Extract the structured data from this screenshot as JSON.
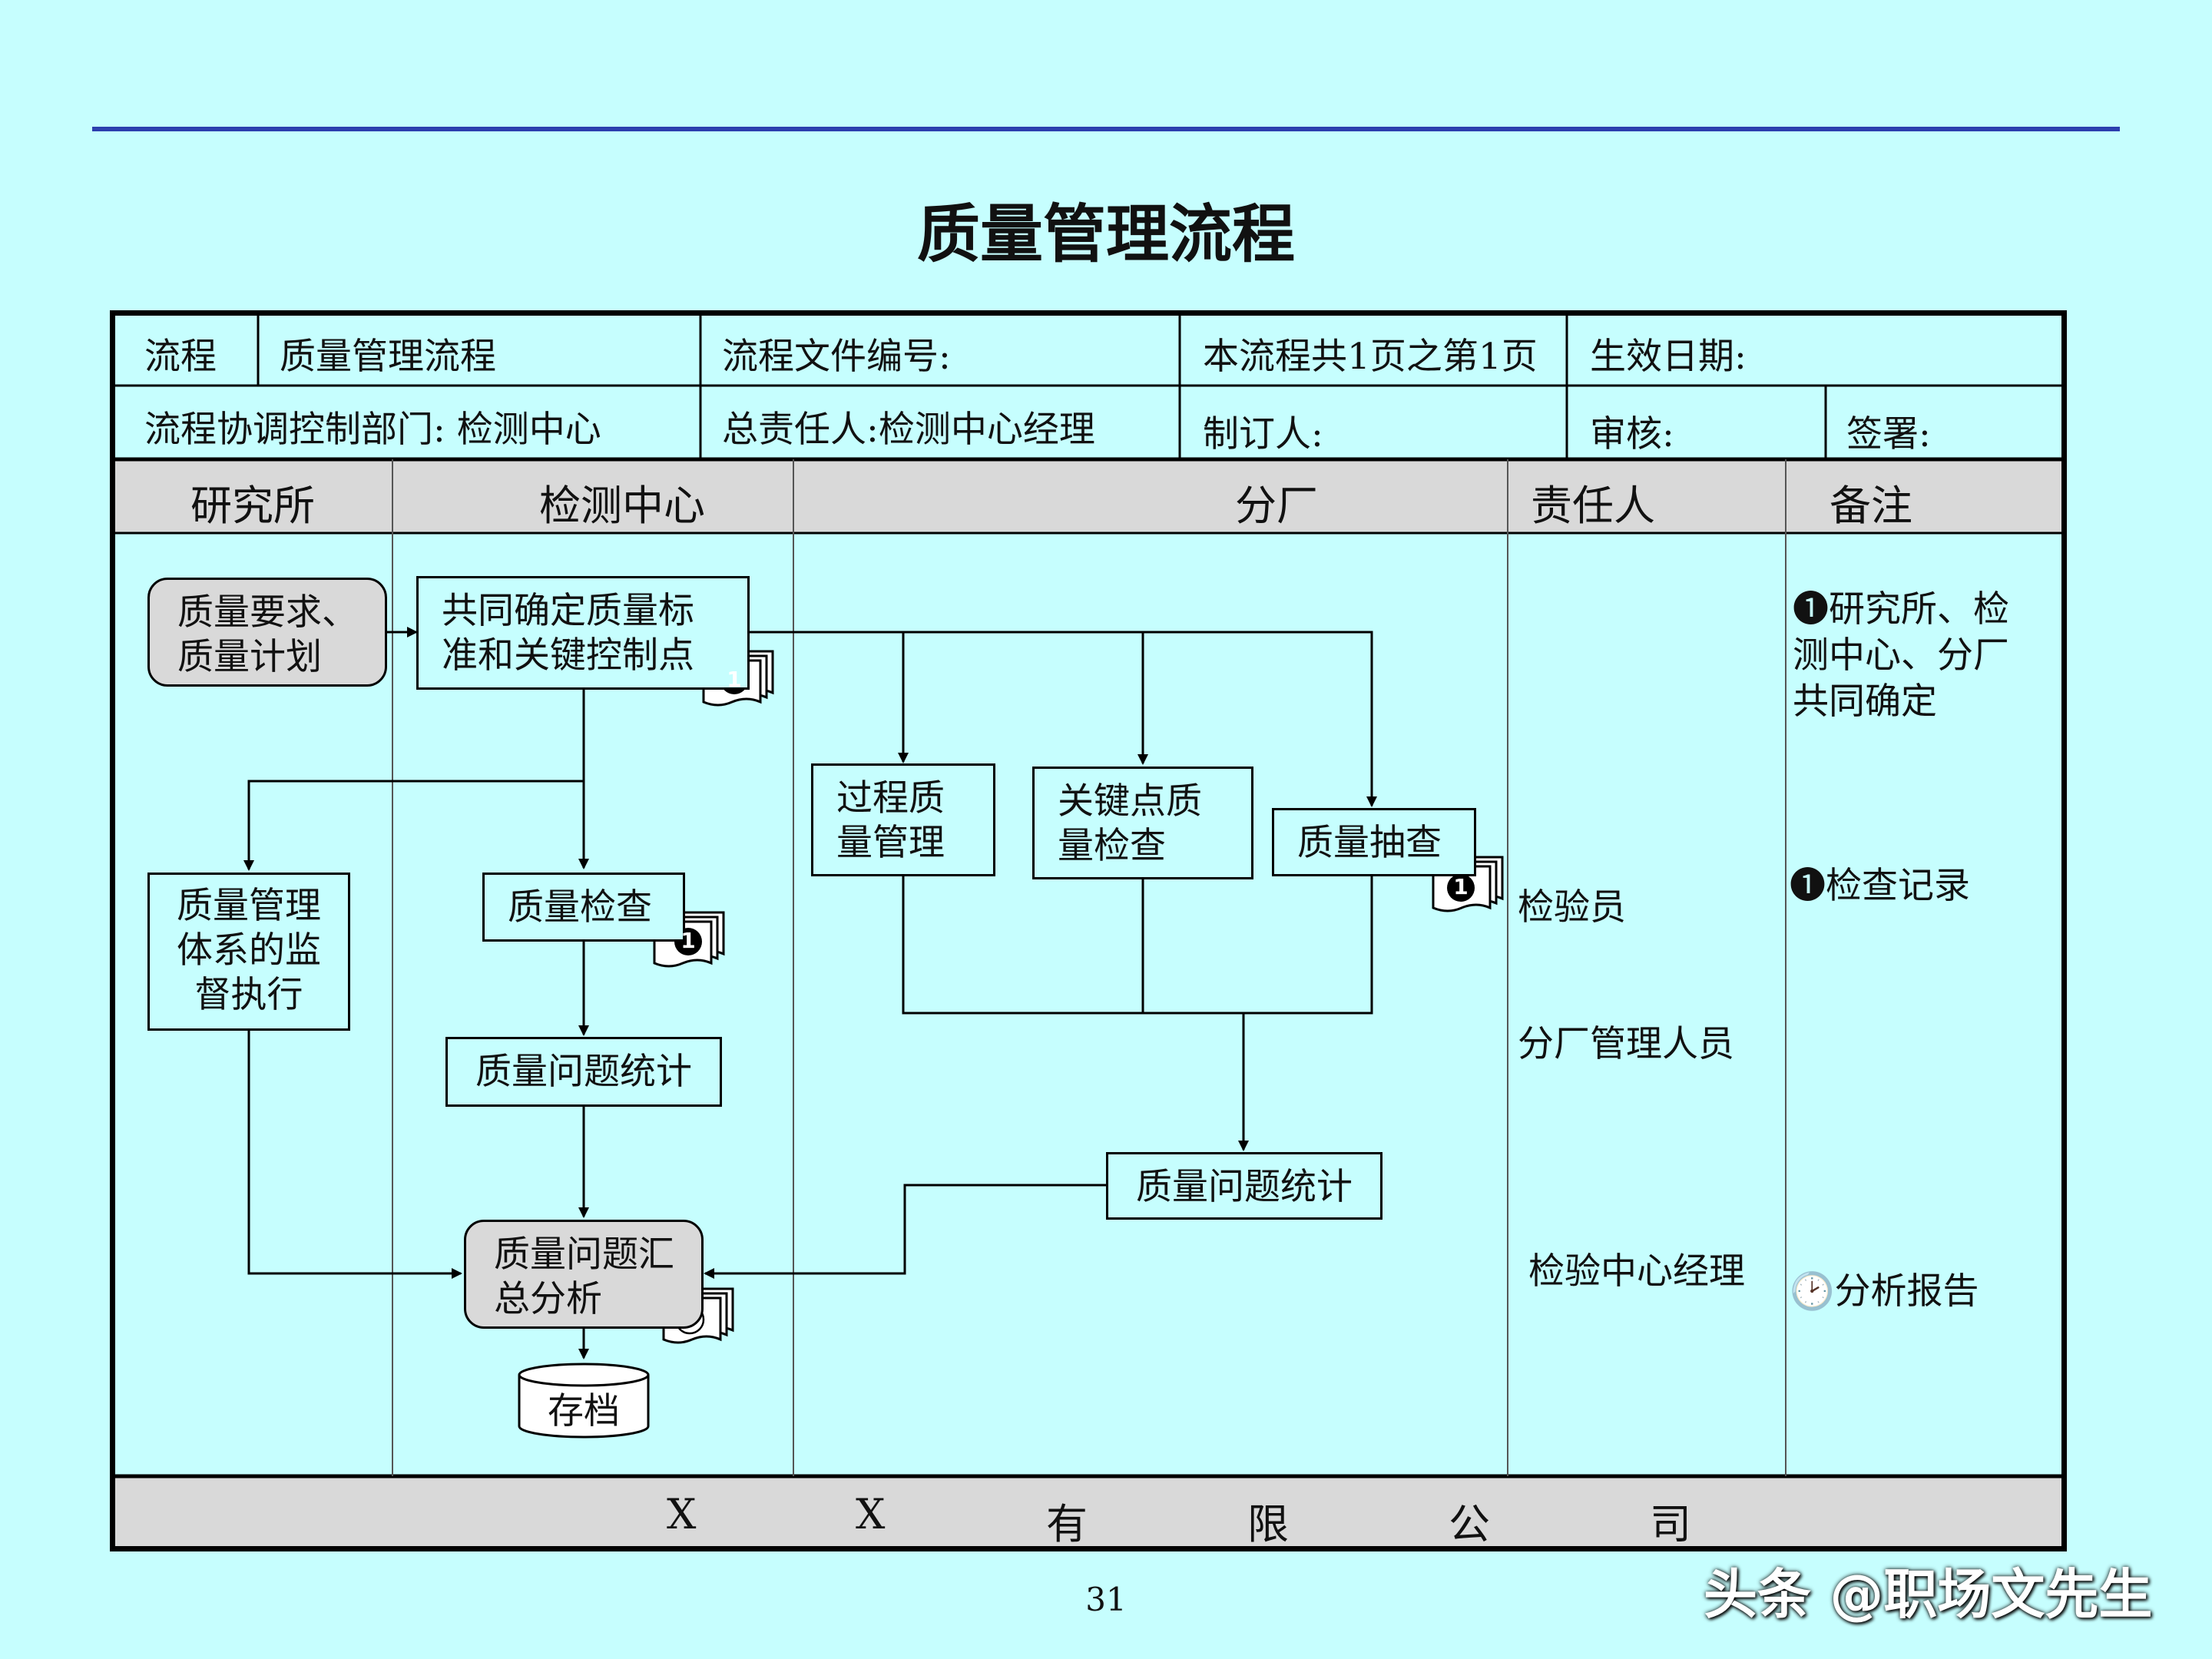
{
  "page": {
    "title": "质量管理流程",
    "page_number": "31",
    "watermark": "头条 @职场文先生"
  },
  "header": {
    "process_label": "流程",
    "process_name": "质量管理流程",
    "doc_number": "流程文件编号:",
    "pages": "本流程共1页之第1页",
    "effective_date": "生效日期:",
    "coord_dept": "流程协调控制部门:  检测中心",
    "owner": "总责任人:检测中心经理",
    "author": "制订人:",
    "reviewer": "审核:",
    "signature": "签署:"
  },
  "lanes": {
    "research": "研究所",
    "testing": "检测中心",
    "branch": "分厂",
    "responsible": "责任人",
    "notes": "备注"
  },
  "nodes": {
    "quality_req": "质量要求、\n质量计划",
    "define_std": "共同确定质量标\n准和关键控制点",
    "supervise": "质量管理\n体系的监\n督执行",
    "quality_check": "质量检查",
    "issue_stats_center": "质量问题统计",
    "summary_analysis": "质量问题汇\n总分析",
    "archive": "存档",
    "process_quality": "过程质\n量管理",
    "keypoint_check": "关键点质\n量检查",
    "spot_check": "质量抽查",
    "issue_stats_branch": "质量问题统计"
  },
  "doc_marks": {
    "mark1": "❶",
    "mark_clock": "clock-icon"
  },
  "responsible": {
    "inspector": "检验员",
    "branch_manager": "分厂管理人员",
    "center_manager": "检验中心经理"
  },
  "notes": {
    "note1": "❶研究所、检\n测中心、分厂\n共同确定",
    "note2": "❶检查记录",
    "note3": "🕑分析报告"
  },
  "footer": {
    "company_chars": [
      "X",
      "X",
      "有",
      "限",
      "公",
      "司"
    ]
  },
  "colors": {
    "background": "#c6fefe",
    "header_band": "#d9d9d9",
    "top_rule": "#2c3fae"
  }
}
